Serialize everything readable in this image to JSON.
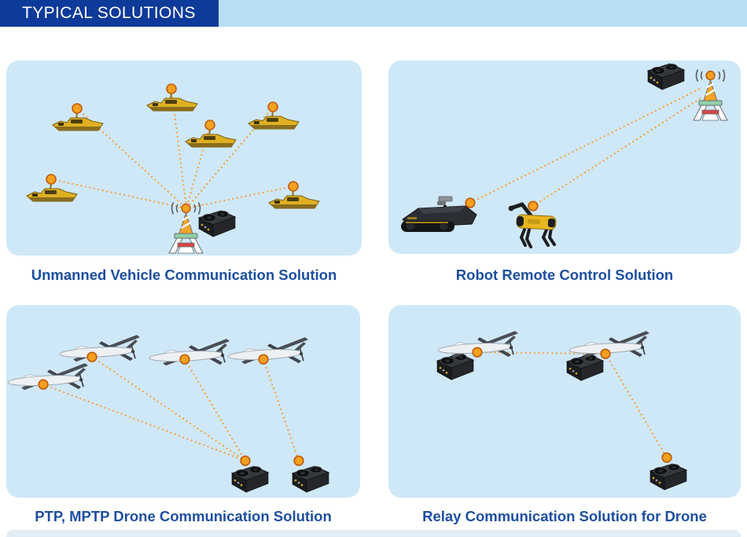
{
  "header": {
    "title": "TYPICAL SOLUTIONS"
  },
  "panels": [
    {
      "id": "unmanned-vehicle",
      "caption": "Unmanned Vehicle Communication Solution",
      "scene": "six unmanned surface boats linked by dotted radio links to a ground antenna tower with a radio unit"
    },
    {
      "id": "robot-remote-control",
      "caption": "Robot Remote Control Solution",
      "scene": "a tracked robot and a quadruped robot dog linked by dotted radio links to an antenna tower with a radio unit"
    },
    {
      "id": "ptp-mptp-drone",
      "caption": "PTP, MPTP Drone Communication Solution",
      "scene": "four fixed-wing drones; three link to one ground radio unit, one links to a second ground radio unit"
    },
    {
      "id": "relay-drone",
      "caption": "Relay Communication Solution for Drone",
      "scene": "two relay drones carrying radio units linked to each other and down to a ground radio unit"
    }
  ],
  "icons": [
    "usv-boat-icon",
    "uav-drone-icon",
    "radio-unit-icon",
    "antenna-tower-icon",
    "tracked-robot-icon",
    "robot-dog-icon",
    "signal-dot-icon",
    "signal-link-line"
  ],
  "colors": {
    "header_bg": "#0e3a9a",
    "header_strip": "#b8def5",
    "panel_bg": "#cfe8f8",
    "caption_color": "#1d4fa0",
    "accent_orange": "#f5a11f",
    "accent_orange_dark": "#c05e10",
    "line_orange": "#f0a236",
    "footer_strip": "#e2ecf4"
  }
}
